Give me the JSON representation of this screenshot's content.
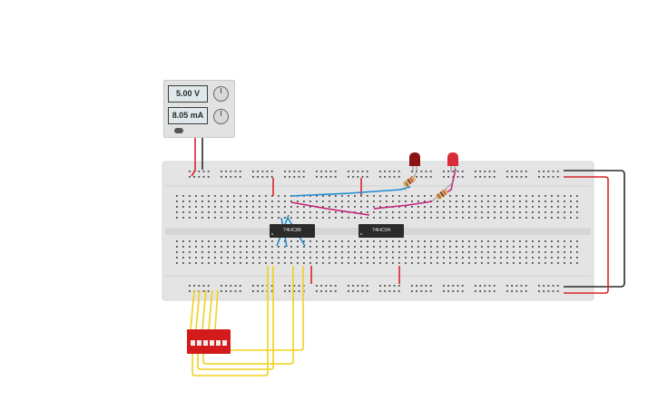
{
  "power_supply": {
    "voltage": "5.00 V",
    "current": "8.05 mA"
  },
  "chips": [
    {
      "label": "74HC86"
    },
    {
      "label": "74HC04"
    }
  ],
  "dip_switch": {
    "positions": 6
  },
  "colors": {
    "breadboard": "#e4e4e4",
    "wire_yellow": "#f1d11d",
    "wire_blue": "#1f8ccd",
    "wire_magenta": "#c4217a",
    "wire_red": "#d8262a",
    "wire_black": "#2a2a2a",
    "chip": "#2b2b2b",
    "led_on": "#d92c36",
    "led_off": "#8b1313",
    "dip_switch": "#d41b1b"
  },
  "icons": [
    "knob-icon",
    "power-switch-icon",
    "led-icon",
    "resistor-icon"
  ]
}
